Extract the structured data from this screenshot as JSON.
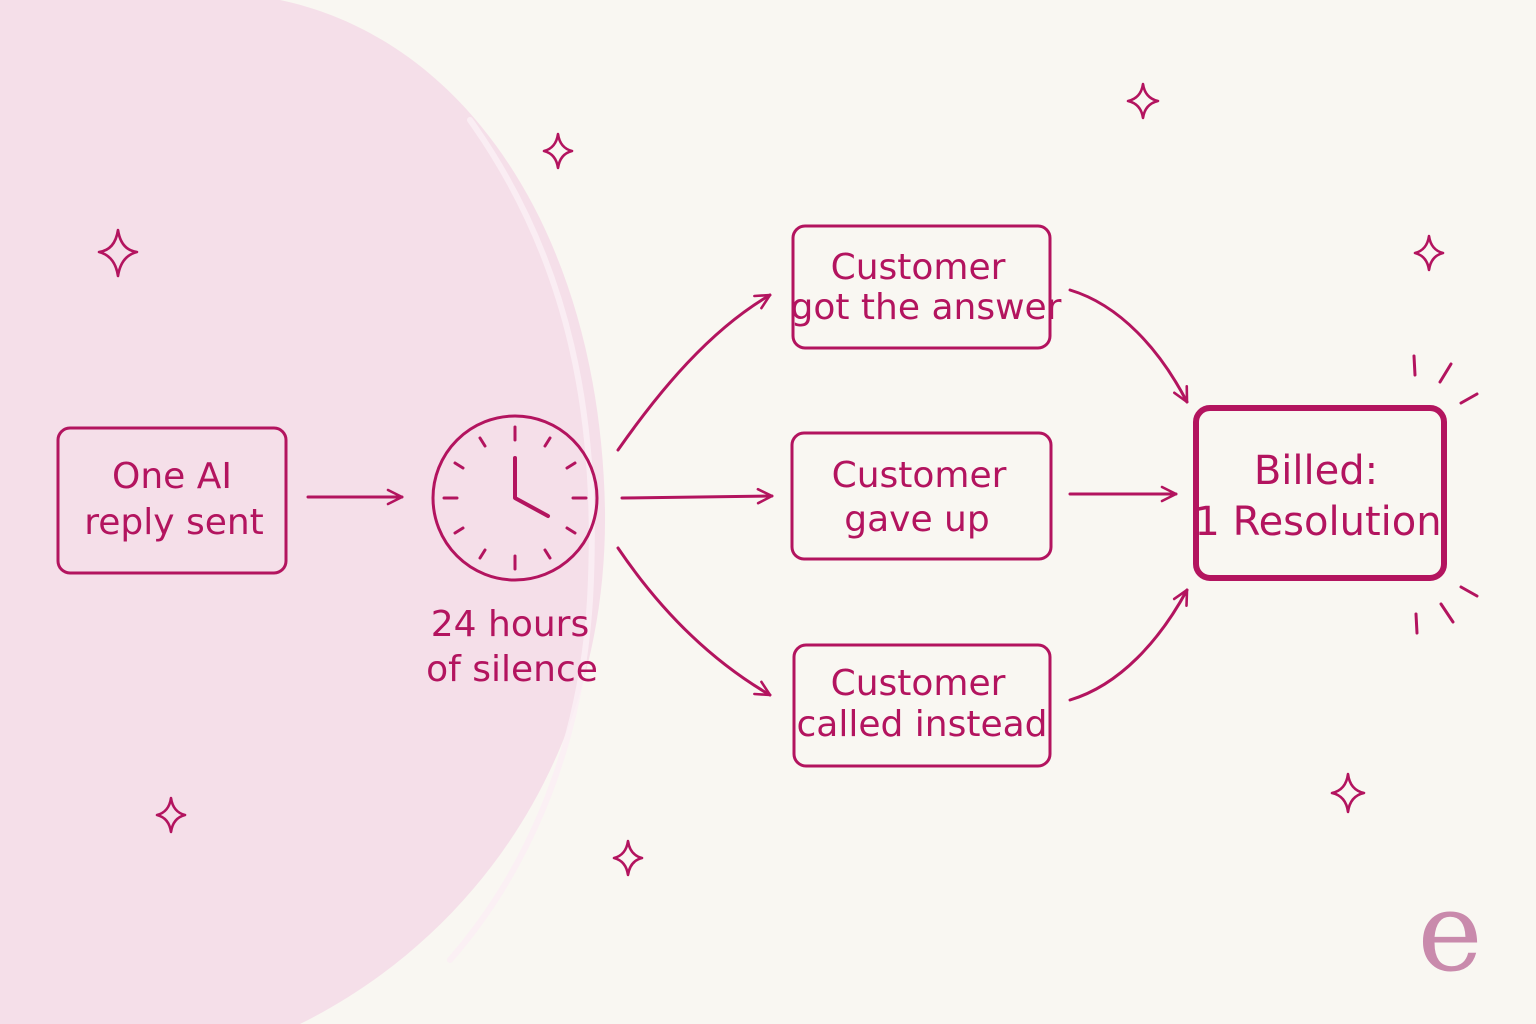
{
  "colors": {
    "background": "#f9f7f2",
    "blob": "#f5dfe9",
    "accent": "#b3145f",
    "logo": "#c98aac"
  },
  "nodes": {
    "start": {
      "line1": "One AI",
      "line2": "reply sent"
    },
    "timer": {
      "icon": "clock-icon",
      "line1": "24 hours",
      "line2": "of silence"
    },
    "outcome_answer": {
      "line1": "Customer",
      "line2": "got the answer"
    },
    "outcome_gave_up": {
      "line1": "Customer",
      "line2": "gave up"
    },
    "outcome_called": {
      "line1": "Customer",
      "line2": "called instead"
    },
    "result": {
      "line1": "Billed:",
      "line2": "1 Resolution"
    }
  },
  "logo": {
    "text": "e"
  }
}
